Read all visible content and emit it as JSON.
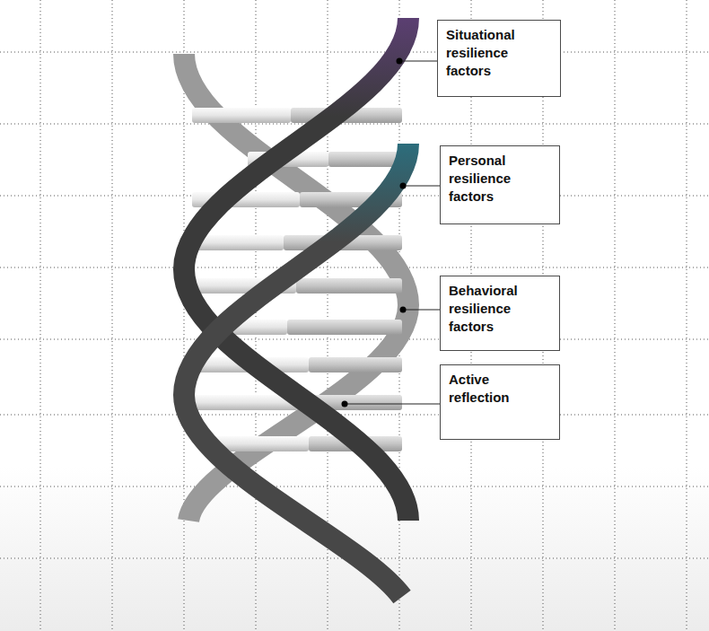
{
  "diagram": {
    "nodes": [
      {
        "text": [
          "Situational resilience factors"
        ]
      },
      {
        "text": [
          "Personal resilience factors"
        ]
      },
      {
        "text": [
          "Behavioral resilience factors"
        ]
      },
      {
        "text": [
          "Active reflection"
        ]
      }
    ]
  }
}
